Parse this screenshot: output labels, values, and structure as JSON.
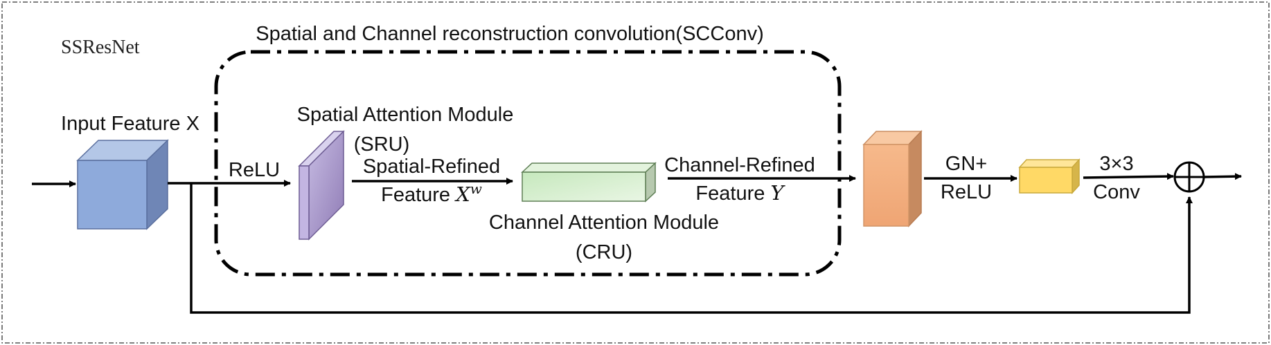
{
  "network_name": "SSResNet",
  "scconv_title": "Spatial and Channel reconstruction convolution(SCConv)",
  "input_label": "Input Feature X",
  "relu_label": "ReLU",
  "sru": {
    "title": "Spatial Attention Module",
    "abbr": "(SRU)"
  },
  "spatial_refined": {
    "line1": "Spatial-Refined",
    "line2_prefix": "Feature ",
    "symbol": "X",
    "superscript": "w"
  },
  "cru": {
    "title": "Channel Attention Module",
    "abbr": "(CRU)"
  },
  "channel_refined": {
    "line1": "Channel-Refined",
    "line2_prefix": "Feature ",
    "symbol": "Y"
  },
  "gn_relu": {
    "line1": "GN+",
    "line2": "ReLU"
  },
  "conv": {
    "line1": "3×3",
    "line2": "Conv"
  },
  "colors": {
    "input_cube": "#8eaadb",
    "sru_slab": "#a99ac8",
    "cru_block": "#d4edcc",
    "orange_block": "#f4b183",
    "yellow_block": "#ffd966",
    "lines": "#000000"
  }
}
